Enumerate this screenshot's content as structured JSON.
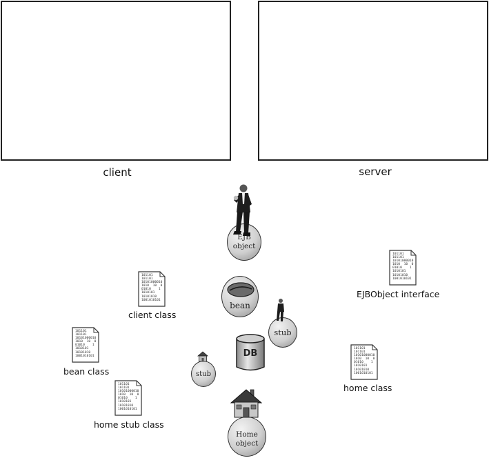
{
  "boxes": {
    "client_label": "client",
    "server_label": "server"
  },
  "file_binary_lines": [
    "101101",
    "101101",
    "10101000010",
    "1010  10  0",
    "01010    1",
    "1010101",
    "10101010",
    "1001010101"
  ],
  "files": {
    "client_class": "client class",
    "bean_class": "bean class",
    "home_stub_class": "home stub class",
    "ejbobject_interface": "EJBObject interface",
    "home_class": "home class"
  },
  "objects": {
    "ejb_object_line1": "EJB",
    "ejb_object_line2": "object",
    "bean": "bean",
    "stub_right": "stub",
    "db": "DB",
    "stub_left": "stub",
    "home_object_line1": "Home",
    "home_object_line2": "object"
  },
  "icons": [
    "business-man-icon",
    "coffee-bean-icon",
    "database-cylinder-icon",
    "house-icon",
    "small-house-icon",
    "small-man-icon",
    "document-icon"
  ]
}
